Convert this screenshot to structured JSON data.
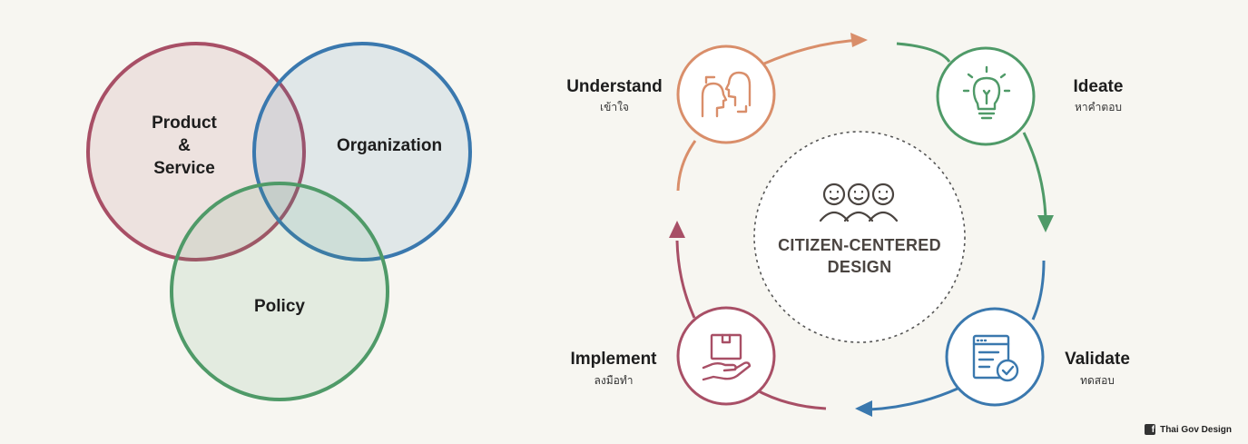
{
  "venn": {
    "product": {
      "line1": "Product",
      "line2": "&",
      "line3": "Service",
      "color": "#a84f66"
    },
    "organization": {
      "label": "Organization",
      "color": "#3a78ae"
    },
    "policy": {
      "label": "Policy",
      "color": "#4f9a68"
    }
  },
  "cycle": {
    "center": {
      "line1": "CITIZEN-CENTERED",
      "line2": "DESIGN"
    },
    "stages": {
      "understand": {
        "label": "Understand",
        "sub": "เข้าใจ",
        "color": "#d98e6a"
      },
      "ideate": {
        "label": "Ideate",
        "sub": "หาคำตอบ",
        "color": "#4f9a68"
      },
      "validate": {
        "label": "Validate",
        "sub": "ทดสอบ",
        "color": "#3a78ae"
      },
      "implement": {
        "label": "Implement",
        "sub": "ลงมือทำ",
        "color": "#a84f66"
      }
    }
  },
  "footer": {
    "credit": "Thai Gov Design",
    "icon": "facebook-icon"
  }
}
